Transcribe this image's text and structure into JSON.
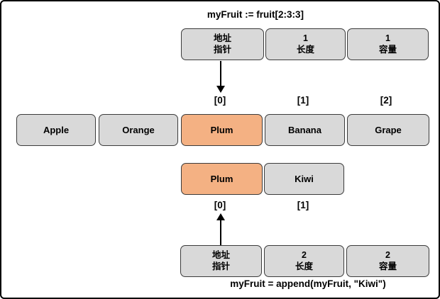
{
  "diagram": {
    "top_caption": "myFruit := fruit[2:3:3]",
    "bottom_caption": "myFruit = append(myFruit, \"Kiwi\")",
    "slice_header_top": {
      "pointer": {
        "line1": "地址",
        "line2": "指针"
      },
      "length": {
        "line1": "1",
        "line2": "长度"
      },
      "capacity": {
        "line1": "1",
        "line2": "容量"
      }
    },
    "array_row": {
      "indices": [
        "[0]",
        "[1]",
        "[2]"
      ],
      "cells": [
        {
          "label": "Apple"
        },
        {
          "label": "Orange"
        },
        {
          "label": "Plum"
        },
        {
          "label": "Banana"
        },
        {
          "label": "Grape"
        }
      ]
    },
    "new_array_row": {
      "indices": [
        "[0]",
        "[1]"
      ],
      "cells": [
        {
          "label": "Plum"
        },
        {
          "label": "Kiwi"
        }
      ]
    },
    "slice_header_bottom": {
      "pointer": {
        "line1": "地址",
        "line2": "指针"
      },
      "length": {
        "line1": "2",
        "line2": "长度"
      },
      "capacity": {
        "line1": "2",
        "line2": "容量"
      }
    },
    "colors": {
      "cell_gray": "#d9d9d9",
      "cell_highlight_orange": "#f4b183",
      "cell_border": "#3b3b3b",
      "frame_border": "#000000"
    }
  }
}
